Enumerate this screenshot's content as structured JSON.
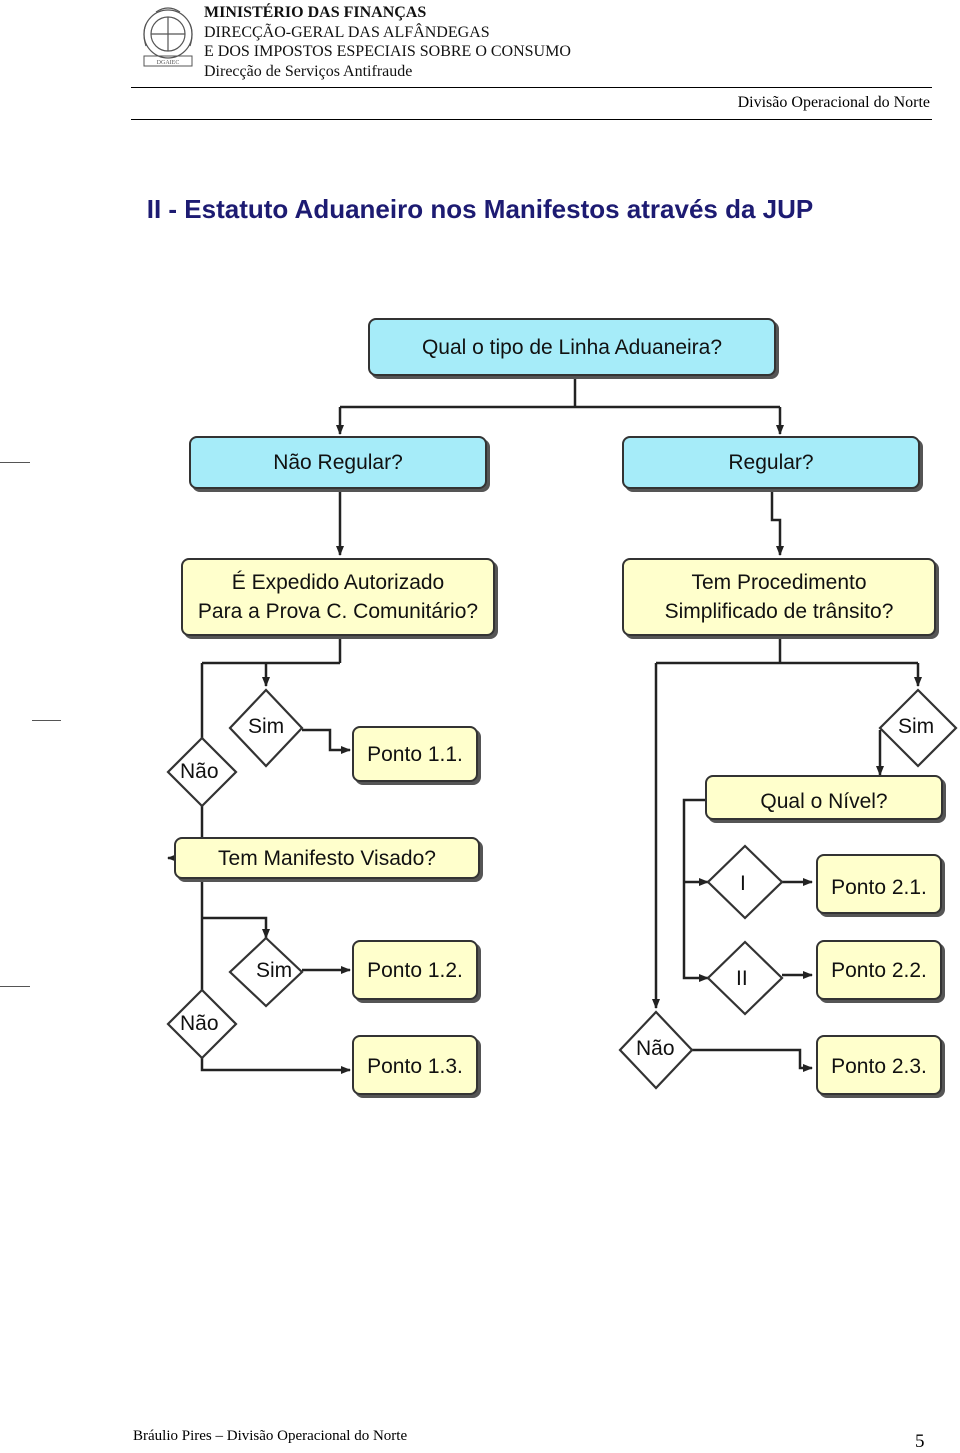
{
  "header": {
    "ministry": "MINISTÉRIO DAS FINANÇAS",
    "directorate_line1": "DIRECÇÃO-GERAL DAS ALFÂNDEGAS",
    "directorate_line2": "E DOS IMPOSTOS ESPECIAIS SOBRE O CONSUMO",
    "service": "Direcção de Serviços Antifraude",
    "division": "Divisão Operacional do Norte",
    "logo_icon": "coat-of-arms-icon"
  },
  "title": "II - Estatuto Aduaneiro nos Manifestos através da JUP",
  "flowchart": {
    "question_line_type": "Qual o tipo de Linha Aduaneira?",
    "nao_regular": "Não Regular?",
    "regular": "Regular?",
    "expedido_line1": "É Expedido Autorizado",
    "expedido_line2": "Para a Prova C. Comunitário?",
    "procedimento_line1": "Tem Procedimento",
    "procedimento_line2": "Simplificado de trânsito?",
    "nao_1": "Não",
    "sim_1": "Sim",
    "ponto_1_1": "Ponto 1.1.",
    "manifesto_visado": "Tem Manifesto Visado?",
    "nao_2": "Não",
    "sim_2": "Sim",
    "ponto_1_2": "Ponto 1.2.",
    "ponto_1_3": "Ponto 1.3.",
    "sim_3": "Sim",
    "qual_nivel": "Qual o Nível?",
    "nivel_i": "I",
    "ponto_2_1": "Ponto 2.1.",
    "nivel_ii": "II",
    "ponto_2_2": "Ponto 2.2.",
    "nao_3": "Não",
    "ponto_2_3": "Ponto 2.3.",
    "colors": {
      "question_fill": "#a6ecf9",
      "answer_fill": "#ffffcc",
      "diamond_fill": "#ffffff",
      "title_color": "#1d1b72",
      "stroke": "#333333"
    }
  },
  "footer": {
    "text": "Bráulio Pires – Divisão Operacional do Norte",
    "page_number": "5"
  }
}
